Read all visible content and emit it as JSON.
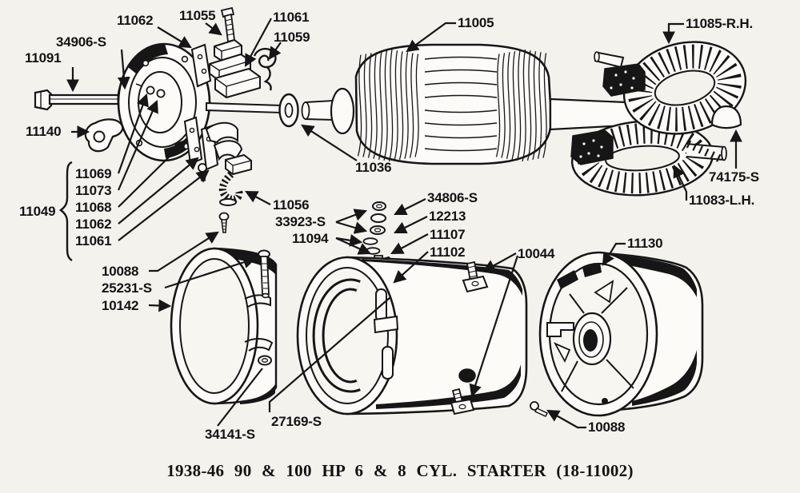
{
  "caption": "1938-46 90 & 100 HP 6 & 8 CYL. STARTER (18-11002)",
  "colors": {
    "paper": "#f3f2ed",
    "ink": "#161616"
  },
  "grouped_parts": {
    "bracket_label": "11049",
    "members": [
      "11069",
      "11073",
      "11068",
      "11062",
      "11061"
    ]
  },
  "labels": [
    {
      "text": "11091"
    },
    {
      "text": "34906-S"
    },
    {
      "text": "11062"
    },
    {
      "text": "11055"
    },
    {
      "text": "11061"
    },
    {
      "text": "11059"
    },
    {
      "text": "11005"
    },
    {
      "text": "11085-R.H."
    },
    {
      "text": "11140"
    },
    {
      "text": "11036"
    },
    {
      "text": "74175-S"
    },
    {
      "text": "11083-L.H."
    },
    {
      "text": "11049"
    },
    {
      "text": "11069"
    },
    {
      "text": "11073"
    },
    {
      "text": "11068"
    },
    {
      "text": "11062"
    },
    {
      "text": "11061"
    },
    {
      "text": "11056"
    },
    {
      "text": "33923-S"
    },
    {
      "text": "11094"
    },
    {
      "text": "34806-S"
    },
    {
      "text": "12213"
    },
    {
      "text": "11107"
    },
    {
      "text": "11102"
    },
    {
      "text": "10044"
    },
    {
      "text": "11130"
    },
    {
      "text": "10088"
    },
    {
      "text": "25231-S"
    },
    {
      "text": "10142"
    },
    {
      "text": "34141-S"
    },
    {
      "text": "27169-S"
    },
    {
      "text": "10088"
    }
  ]
}
